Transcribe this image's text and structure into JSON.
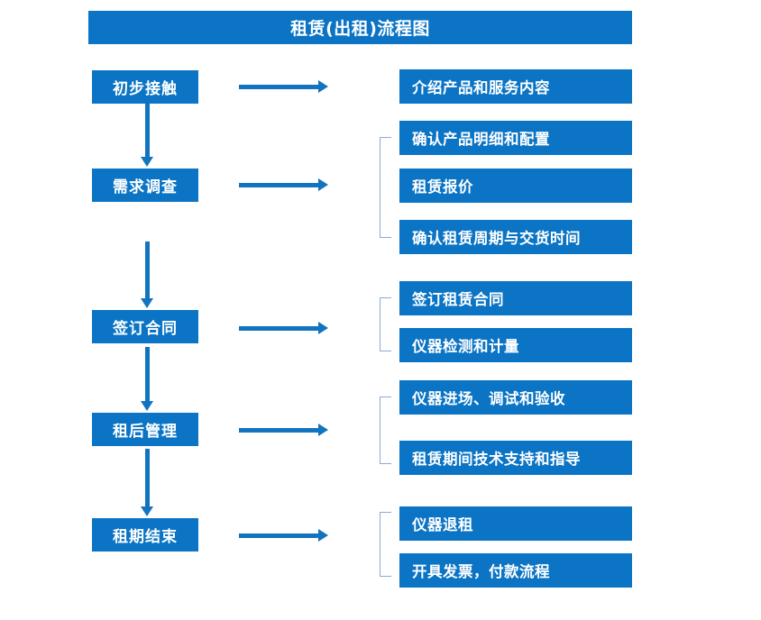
{
  "diagram": {
    "title": "租赁(出租)流程图",
    "colors": {
      "box_fill": "#0b74c4",
      "box_text": "#ffffff",
      "arrow": "#1274bf",
      "bracket": "#8aa9d6",
      "background": "#ffffff"
    },
    "stages": [
      {
        "id": "stage-1",
        "label": "初步接触"
      },
      {
        "id": "stage-2",
        "label": "需求调查"
      },
      {
        "id": "stage-3",
        "label": "签订合同"
      },
      {
        "id": "stage-4",
        "label": "租后管理"
      },
      {
        "id": "stage-5",
        "label": "租期结束"
      }
    ],
    "details": [
      {
        "id": "detail-1-1",
        "label": "介绍产品和服务内容"
      },
      {
        "id": "detail-2-1",
        "label": "确认产品明细和配置"
      },
      {
        "id": "detail-2-2",
        "label": "租赁报价"
      },
      {
        "id": "detail-2-3",
        "label": "确认租赁周期与交货时间"
      },
      {
        "id": "detail-3-1",
        "label": "签订租赁合同"
      },
      {
        "id": "detail-3-2",
        "label": "仪器检测和计量"
      },
      {
        "id": "detail-4-1",
        "label": "仪器进场、调试和验收"
      },
      {
        "id": "detail-4-2",
        "label": "租赁期间技术支持和指导"
      },
      {
        "id": "detail-5-1",
        "label": "仪器退租"
      },
      {
        "id": "detail-5-2",
        "label": "开具发票，付款流程"
      }
    ]
  }
}
